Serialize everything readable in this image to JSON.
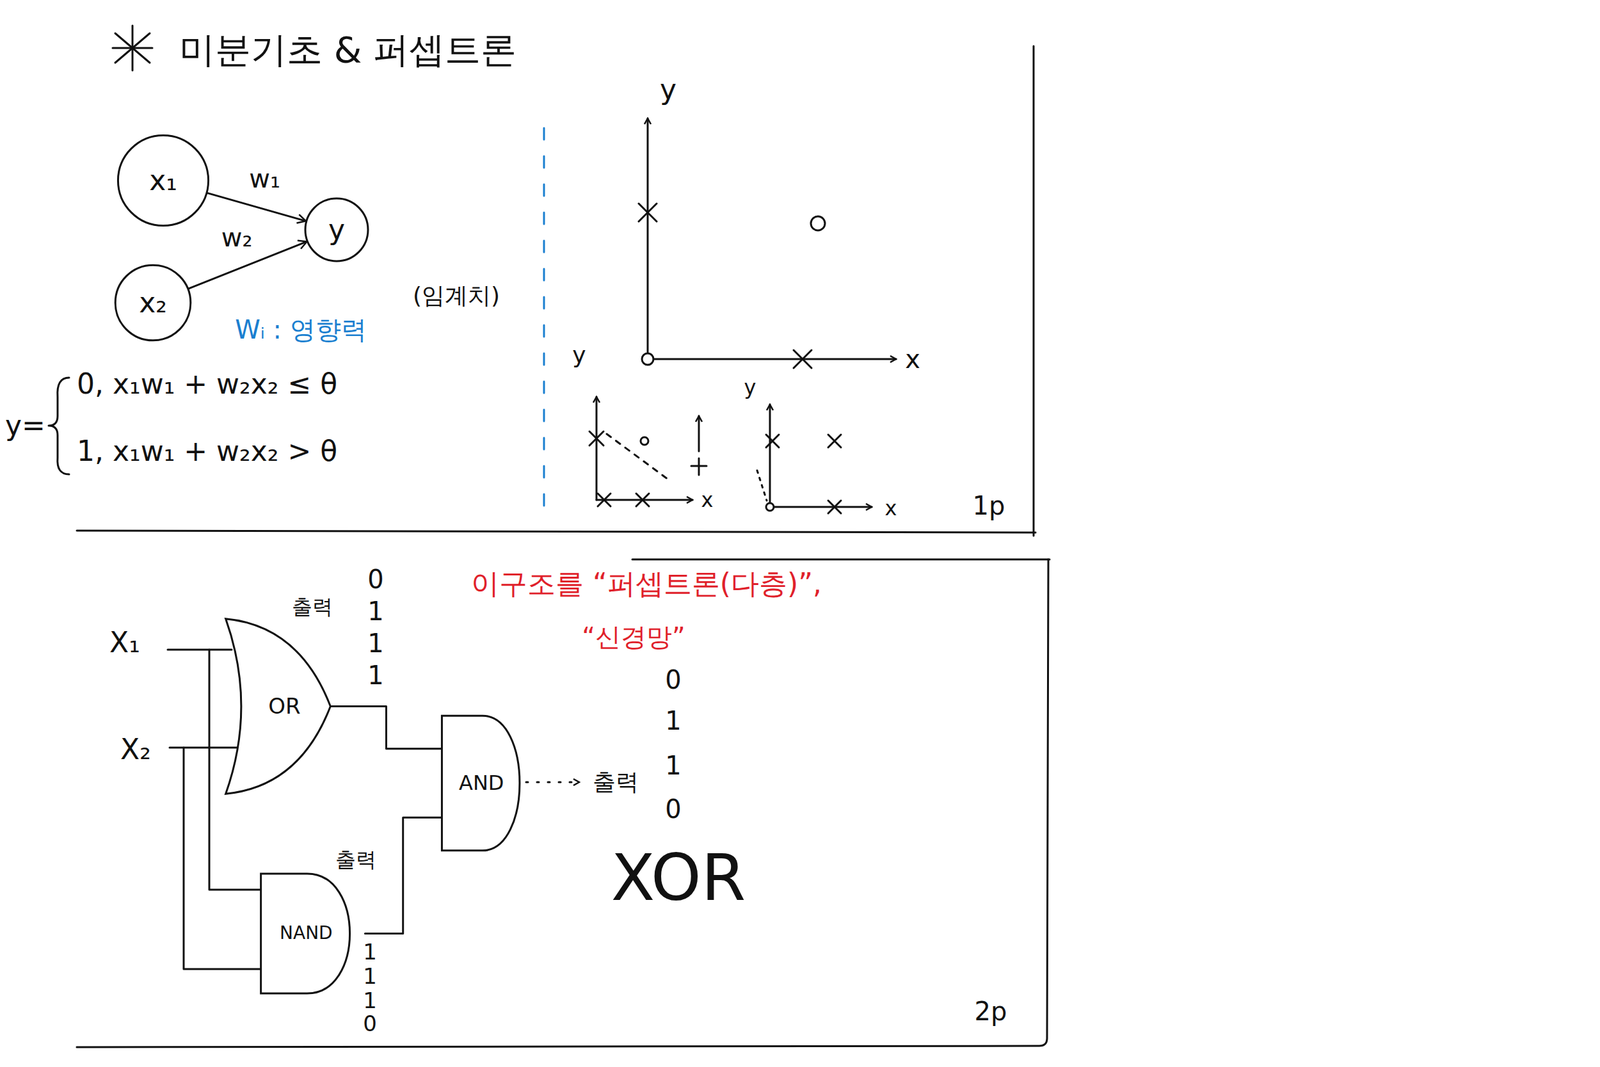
{
  "diagram": {
    "title": "미분기초 & 퍼셉트론",
    "nodes": [
      {
        "text": [
          "x₁"
        ]
      },
      {
        "text": [
          "x₂"
        ]
      },
      {
        "text": [
          "y"
        ]
      },
      {
        "text": [
          "OR"
        ]
      },
      {
        "text": [
          "NAND"
        ]
      },
      {
        "text": [
          "AND"
        ]
      }
    ],
    "edges": [
      {
        "from": 0,
        "to": 2,
        "label": "w₁",
        "arrow": "to"
      },
      {
        "from": 1,
        "to": 2,
        "label": "w₂",
        "arrow": "to"
      },
      {
        "from": 3,
        "to": 5,
        "arrow": "none"
      },
      {
        "from": 4,
        "to": 5,
        "arrow": "none"
      }
    ],
    "labels": [
      "(임계치)",
      "Wᵢ : 영향력",
      "y=",
      "0, x₁w₁ + w₂x₂ ≤ θ",
      "1, x₁w₁ + w₂x₂ > θ",
      "y",
      "x",
      "y",
      "x",
      "y",
      "x",
      "1p",
      "이구조를 “퍼셉트론(다층)”,",
      "“신경망”",
      "X₁",
      "X₂",
      "출력",
      "출력",
      "출력",
      "0",
      "1",
      "1",
      "1",
      "1",
      "1",
      "1",
      "0",
      "0",
      "1",
      "1",
      "0",
      "XOR",
      "2p"
    ]
  }
}
